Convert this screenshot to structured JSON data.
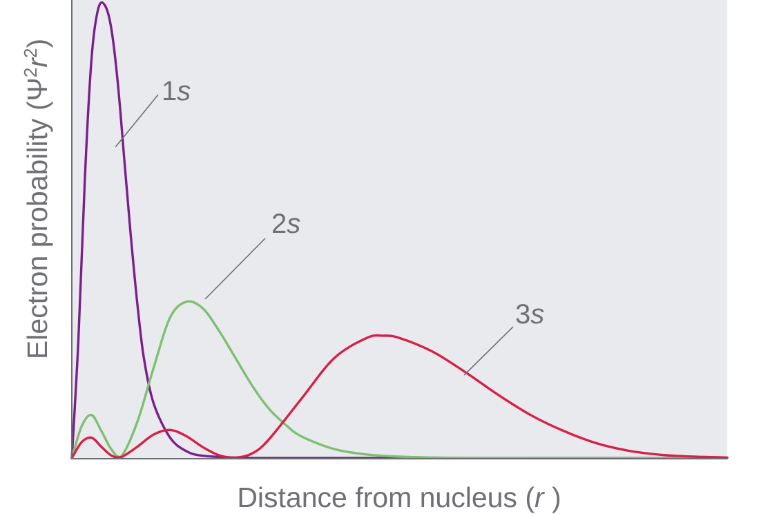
{
  "chart_data": {
    "type": "line",
    "title": "",
    "xlabel": {
      "text": "Distance from nucleus (",
      "var": "r",
      "close": " )"
    },
    "ylabel": {
      "text": "Electron probability (",
      "psi": "Ψ",
      "exp1": "2",
      "var": "r",
      "exp2": "2",
      "close": ")"
    },
    "xlim": [
      0,
      20
    ],
    "ylim": [
      0,
      1
    ],
    "grid": false,
    "legend": "none",
    "series": [
      {
        "name": "1s",
        "color": "#7b1f8e",
        "x": [
          0,
          0.2,
          0.4,
          0.6,
          0.8,
          1.0,
          1.2,
          1.4,
          1.6,
          1.8,
          2.0,
          2.2,
          2.5,
          3.0,
          3.5,
          4.0,
          5.0,
          6.0,
          8.0,
          10.0,
          14.0,
          20.0
        ],
        "y": [
          0,
          0.26,
          0.62,
          0.88,
          0.99,
          1.0,
          0.95,
          0.83,
          0.66,
          0.49,
          0.34,
          0.22,
          0.12,
          0.045,
          0.015,
          0.005,
          0.001,
          0,
          0,
          0,
          0,
          0
        ]
      },
      {
        "name": "2s",
        "color": "#7dc06f",
        "x": [
          0,
          0.3,
          0.6,
          0.9,
          1.2,
          1.5,
          2.0,
          2.5,
          3.0,
          3.5,
          4.0,
          4.5,
          5.0,
          5.5,
          6.0,
          6.5,
          7.0,
          8.0,
          9.0,
          10.0,
          11.0,
          12.0,
          14.0,
          16.0,
          20.0
        ],
        "y": [
          0,
          0.07,
          0.095,
          0.06,
          0.02,
          0.003,
          0.08,
          0.2,
          0.31,
          0.345,
          0.33,
          0.28,
          0.22,
          0.16,
          0.11,
          0.075,
          0.048,
          0.02,
          0.008,
          0.003,
          0.0012,
          0.0005,
          0.0001,
          0,
          0
        ]
      },
      {
        "name": "3s",
        "color": "#d71f48",
        "x": [
          0,
          0.3,
          0.6,
          0.9,
          1.2,
          1.5,
          2.0,
          2.5,
          3.0,
          3.5,
          4.0,
          4.5,
          5.0,
          5.5,
          6.0,
          7.0,
          8.0,
          9.0,
          9.5,
          10.0,
          11.0,
          12.0,
          13.0,
          14.0,
          15.0,
          16.0,
          17.0,
          18.0,
          19.0,
          20.0
        ],
        "y": [
          0,
          0.035,
          0.045,
          0.025,
          0.006,
          0.002,
          0.025,
          0.052,
          0.062,
          0.048,
          0.024,
          0.006,
          0.001,
          0.01,
          0.04,
          0.13,
          0.22,
          0.265,
          0.27,
          0.265,
          0.235,
          0.19,
          0.14,
          0.095,
          0.06,
          0.033,
          0.016,
          0.007,
          0.003,
          0.001
        ]
      }
    ],
    "annotations": [
      {
        "series": "1s",
        "num": "1",
        "sub": "s"
      },
      {
        "series": "2s",
        "num": "2",
        "sub": "s"
      },
      {
        "series": "3s",
        "num": "3",
        "sub": "s"
      }
    ]
  }
}
